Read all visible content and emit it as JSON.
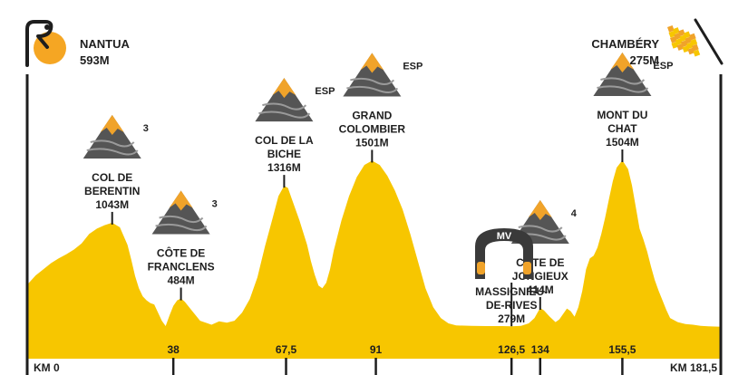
{
  "colors": {
    "profile": "#f7c600",
    "mountain_dark": "#555555",
    "mountain_accent": "#f0a32a",
    "text": "#1e1e1e",
    "flag_light": "#f7c600",
    "flag_dark": "#f0a32a",
    "logo_sun": "#f5a623"
  },
  "start": {
    "name": "NANTUA",
    "alt": "593M",
    "logo": "cycling-race-logo"
  },
  "finish": {
    "name": "CHAMBÉRY",
    "alt": "275M",
    "icon": "checkered-flag-icon"
  },
  "sprint": {
    "label": "MV",
    "icon": "intermediate-sprint-arch-icon"
  },
  "chart_data": {
    "type": "area",
    "title": "",
    "xlabel": "",
    "ylabel": "",
    "xlim": [
      0,
      181.5
    ],
    "x_unit": "KM",
    "x_start_label": "KM 0",
    "x_end_label": "KM 181,5",
    "ticks": [
      {
        "km": 38,
        "label": "38"
      },
      {
        "km": 67.5,
        "label": "67,5"
      },
      {
        "km": 91,
        "label": "91"
      },
      {
        "km": 126.5,
        "label": "126,5"
      },
      {
        "km": 134,
        "label": "134"
      },
      {
        "km": 155.5,
        "label": "155,5"
      }
    ],
    "profile": [
      [
        0,
        593
      ],
      [
        2,
        655
      ],
      [
        4,
        700
      ],
      [
        6,
        745
      ],
      [
        8,
        780
      ],
      [
        10,
        810
      ],
      [
        12,
        845
      ],
      [
        14,
        890
      ],
      [
        16,
        960
      ],
      [
        18,
        1000
      ],
      [
        20,
        1025
      ],
      [
        22,
        1043
      ],
      [
        24,
        1010
      ],
      [
        26,
        880
      ],
      [
        27,
        770
      ],
      [
        28,
        650
      ],
      [
        29,
        560
      ],
      [
        30,
        500
      ],
      [
        31,
        470
      ],
      [
        32,
        450
      ],
      [
        33,
        440
      ],
      [
        34,
        380
      ],
      [
        35,
        320
      ],
      [
        36,
        280
      ],
      [
        37,
        360
      ],
      [
        38,
        430
      ],
      [
        39,
        470
      ],
      [
        40,
        484
      ],
      [
        41,
        460
      ],
      [
        43,
        390
      ],
      [
        45,
        320
      ],
      [
        47,
        300
      ],
      [
        48,
        290
      ],
      [
        50,
        315
      ],
      [
        52,
        305
      ],
      [
        54,
        320
      ],
      [
        56,
        380
      ],
      [
        58,
        480
      ],
      [
        60,
        640
      ],
      [
        62,
        870
      ],
      [
        64,
        1080
      ],
      [
        65.5,
        1240
      ],
      [
        67,
        1316
      ],
      [
        68,
        1300
      ],
      [
        69,
        1220
      ],
      [
        71,
        1060
      ],
      [
        73,
        880
      ],
      [
        74,
        760
      ],
      [
        75,
        660
      ],
      [
        76,
        580
      ],
      [
        77,
        560
      ],
      [
        78,
        600
      ],
      [
        79,
        700
      ],
      [
        80,
        840
      ],
      [
        82,
        1060
      ],
      [
        84,
        1240
      ],
      [
        86,
        1380
      ],
      [
        88,
        1470
      ],
      [
        90,
        1501
      ],
      [
        92,
        1470
      ],
      [
        94,
        1390
      ],
      [
        96,
        1280
      ],
      [
        98,
        1140
      ],
      [
        100,
        960
      ],
      [
        102,
        760
      ],
      [
        104,
        560
      ],
      [
        106,
        420
      ],
      [
        108,
        340
      ],
      [
        110,
        300
      ],
      [
        112,
        285
      ],
      [
        116,
        282
      ],
      [
        120,
        280
      ],
      [
        124,
        280
      ],
      [
        126.5,
        279
      ],
      [
        129,
        282
      ],
      [
        131,
        300
      ],
      [
        132.5,
        340
      ],
      [
        133.5,
        390
      ],
      [
        134,
        414
      ],
      [
        135,
        395
      ],
      [
        136.5,
        350
      ],
      [
        138,
        310
      ],
      [
        139,
        330
      ],
      [
        140,
        370
      ],
      [
        141,
        410
      ],
      [
        142,
        390
      ],
      [
        143,
        350
      ],
      [
        144,
        420
      ],
      [
        145,
        540
      ],
      [
        146,
        700
      ],
      [
        147,
        780
      ],
      [
        148,
        800
      ],
      [
        149,
        860
      ],
      [
        150,
        960
      ],
      [
        151,
        1080
      ],
      [
        152,
        1220
      ],
      [
        153,
        1350
      ],
      [
        154,
        1450
      ],
      [
        155.5,
        1504
      ],
      [
        157,
        1440
      ],
      [
        158,
        1320
      ],
      [
        159,
        1160
      ],
      [
        160,
        1000
      ],
      [
        161,
        920
      ],
      [
        162,
        830
      ],
      [
        163,
        720
      ],
      [
        164,
        620
      ],
      [
        165,
        540
      ],
      [
        166,
        470
      ],
      [
        167,
        400
      ],
      [
        168,
        340
      ],
      [
        170,
        310
      ],
      [
        172,
        295
      ],
      [
        174,
        290
      ],
      [
        176,
        282
      ],
      [
        178,
        278
      ],
      [
        181.5,
        275
      ]
    ],
    "climbs": [
      {
        "name": [
          "COL DE",
          "BERENTIN"
        ],
        "alt": "1043M",
        "km": 22,
        "category": "3"
      },
      {
        "name": [
          "CÔTE DE",
          "FRANCLENS"
        ],
        "alt": "484M",
        "km": 40,
        "category": "3"
      },
      {
        "name": [
          "COL DE LA",
          "BICHE"
        ],
        "alt": "1316M",
        "km": 67,
        "category": "ESP"
      },
      {
        "name": [
          "GRAND",
          "COLOMBIER"
        ],
        "alt": "1501M",
        "km": 90,
        "category": "ESP"
      },
      {
        "name": [
          "CÔTE DE",
          "JONGIEUX"
        ],
        "alt": "414M",
        "km": 134,
        "category": "4"
      },
      {
        "name": [
          "MONT DU",
          "CHAT"
        ],
        "alt": "1504M",
        "km": 155.5,
        "category": "ESP"
      }
    ],
    "places": [
      {
        "name": [
          "MASSIGNIEU-",
          "DE-RIVES"
        ],
        "alt": "279M",
        "km": 126.5
      }
    ]
  }
}
